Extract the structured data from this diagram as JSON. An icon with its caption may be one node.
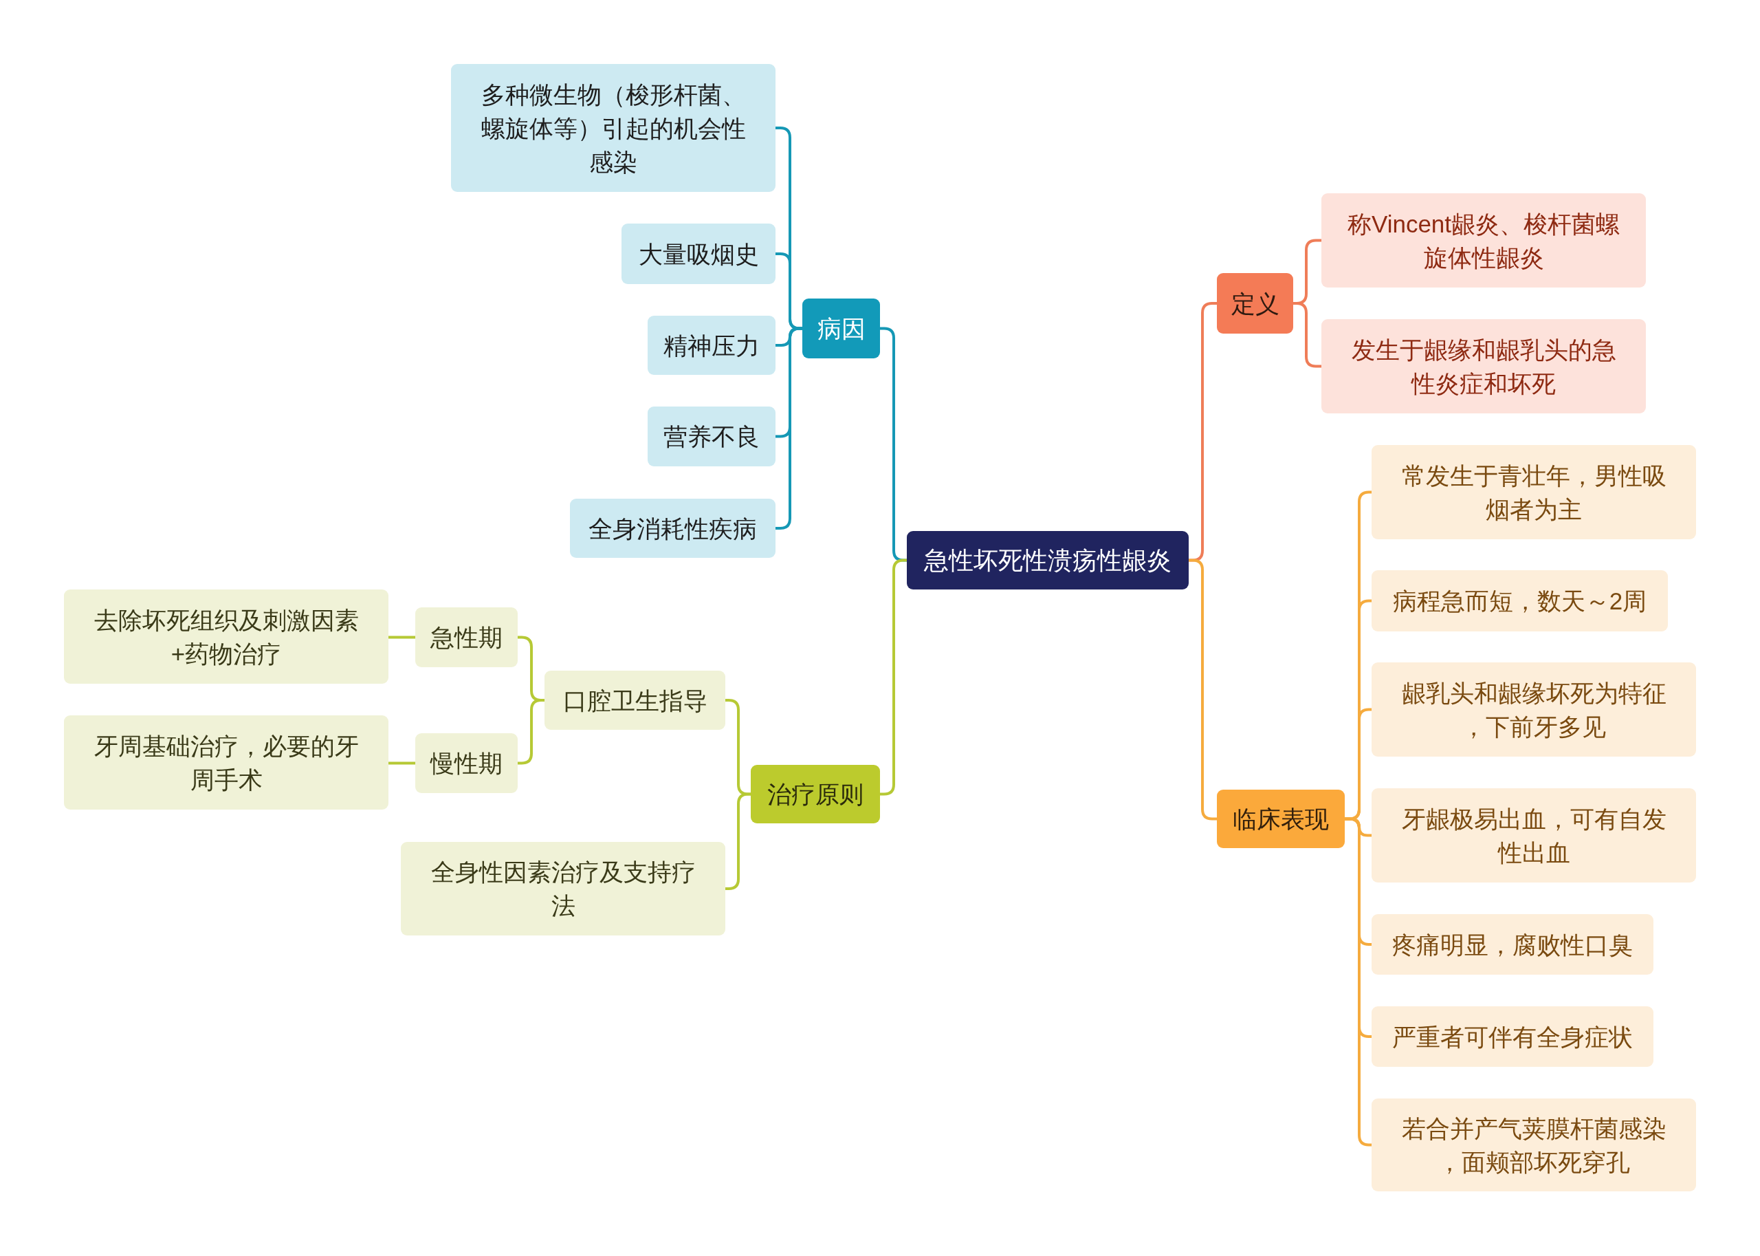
{
  "diagram": {
    "nodes": [
      {
        "text": [
          "急性坏死性溃疡性龈炎"
        ]
      },
      {
        "text": [
          "病因"
        ]
      },
      {
        "text": [
          "多种微生物（梭形杆菌、螺旋体等）引起的机会性感染"
        ]
      },
      {
        "text": [
          "大量吸烟史"
        ]
      },
      {
        "text": [
          "精神压力"
        ]
      },
      {
        "text": [
          "营养不良"
        ]
      },
      {
        "text": [
          "全身消耗性疾病"
        ]
      },
      {
        "text": [
          "治疗原则"
        ]
      },
      {
        "text": [
          "口腔卫生指导"
        ]
      },
      {
        "text": [
          "急性期"
        ]
      },
      {
        "text": [
          "去除坏死组织及刺激因素+药物治疗"
        ]
      },
      {
        "text": [
          "慢性期"
        ]
      },
      {
        "text": [
          "牙周基础治疗，必要的牙周手术"
        ]
      },
      {
        "text": [
          "全身性因素治疗及支持疗法"
        ]
      },
      {
        "text": [
          "定义"
        ]
      },
      {
        "text": [
          "称Vincent龈炎、梭杆菌螺旋体性龈炎"
        ]
      },
      {
        "text": [
          "发生于龈缘和龈乳头的急性炎症和坏死"
        ]
      },
      {
        "text": [
          "临床表现"
        ]
      },
      {
        "text": [
          "常发生于青壮年，男性吸烟者为主"
        ]
      },
      {
        "text": [
          "病程急而短，数天～2周"
        ]
      },
      {
        "text": [
          "龈乳头和龈缘坏死为特征，下前牙多见"
        ]
      },
      {
        "text": [
          "牙龈极易出血，可有自发性出血"
        ]
      },
      {
        "text": [
          "疼痛明显，腐败性口臭"
        ]
      },
      {
        "text": [
          "严重者可伴有全身症状"
        ]
      },
      {
        "text": [
          "若合并产气荚膜杆菌感染，面颊部坏死穿孔"
        ]
      }
    ],
    "edges": [
      {
        "from": 0,
        "to": 1,
        "arrow": "none",
        "color": "#1598b5"
      },
      {
        "from": 1,
        "to": 2,
        "arrow": "none",
        "color": "#1598b5"
      },
      {
        "from": 1,
        "to": 3,
        "arrow": "none",
        "color": "#1598b5"
      },
      {
        "from": 1,
        "to": 4,
        "arrow": "none",
        "color": "#1598b5"
      },
      {
        "from": 1,
        "to": 5,
        "arrow": "none",
        "color": "#1598b5"
      },
      {
        "from": 1,
        "to": 6,
        "arrow": "none",
        "color": "#1598b5"
      },
      {
        "from": 0,
        "to": 7,
        "arrow": "none",
        "color": "#b6c935"
      },
      {
        "from": 7,
        "to": 8,
        "arrow": "none",
        "color": "#b6c935"
      },
      {
        "from": 8,
        "to": 9,
        "arrow": "none",
        "color": "#b6c935"
      },
      {
        "from": 9,
        "to": 10,
        "arrow": "none",
        "color": "#b6c935"
      },
      {
        "from": 8,
        "to": 11,
        "arrow": "none",
        "color": "#b6c935"
      },
      {
        "from": 11,
        "to": 12,
        "arrow": "none",
        "color": "#b6c935"
      },
      {
        "from": 7,
        "to": 13,
        "arrow": "none",
        "color": "#b6c935"
      },
      {
        "from": 0,
        "to": 14,
        "arrow": "none",
        "color": "#ef7d58"
      },
      {
        "from": 14,
        "to": 15,
        "arrow": "none",
        "color": "#ef7d58"
      },
      {
        "from": 14,
        "to": 16,
        "arrow": "none",
        "color": "#ef7d58"
      },
      {
        "from": 0,
        "to": 17,
        "arrow": "none",
        "color": "#f5ab3e"
      },
      {
        "from": 17,
        "to": 18,
        "arrow": "none",
        "color": "#f5ab3e"
      },
      {
        "from": 17,
        "to": 19,
        "arrow": "none",
        "color": "#f5ab3e"
      },
      {
        "from": 17,
        "to": 20,
        "arrow": "none",
        "color": "#f5ab3e"
      },
      {
        "from": 17,
        "to": 21,
        "arrow": "none",
        "color": "#f5ab3e"
      },
      {
        "from": 17,
        "to": 22,
        "arrow": "none",
        "color": "#f5ab3e"
      },
      {
        "from": 17,
        "to": 23,
        "arrow": "none",
        "color": "#f5ab3e"
      },
      {
        "from": 17,
        "to": 24,
        "arrow": "none",
        "color": "#f5ab3e"
      }
    ]
  }
}
